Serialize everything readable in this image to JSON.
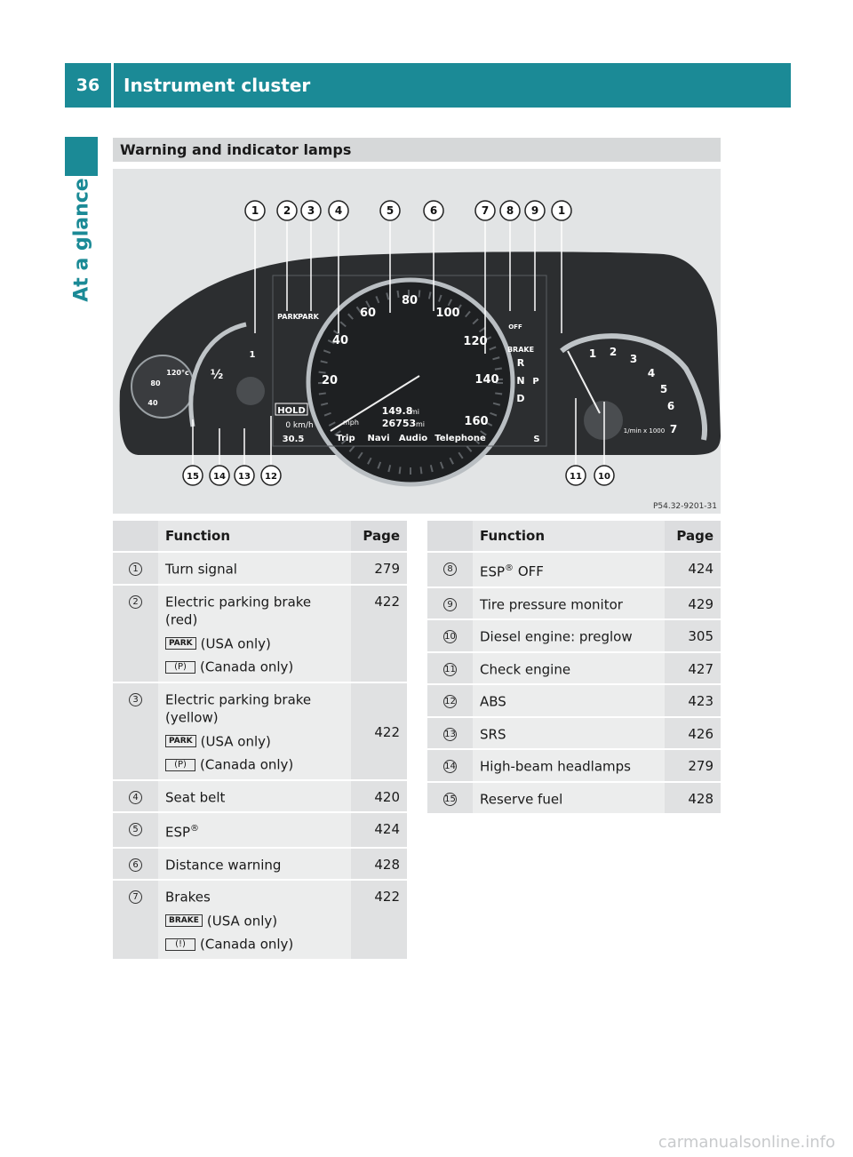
{
  "header": {
    "page_number": "36",
    "title": "Instrument cluster"
  },
  "side_tab": "At a glance",
  "section": {
    "title": "Warning and indicator lamps"
  },
  "figure": {
    "code": "P54.32-9201-31",
    "callouts_top": [
      "1",
      "2",
      "3",
      "4",
      "5",
      "6",
      "7",
      "8",
      "9",
      "1"
    ],
    "callouts_bottom": [
      "15",
      "14",
      "13",
      "12",
      "11",
      "10"
    ],
    "labels": {
      "park1": "PARK",
      "park2": "PARK",
      "brake": "BRAKE",
      "off": "OFF",
      "hold": "HOLD",
      "kmh": "0 km/h",
      "mph": "mph",
      "temp": "30.5",
      "trip_mi": "149.8",
      "odo_mi": "26753",
      "mi": "mi",
      "menu": [
        "Trip",
        "Navi",
        "Audio",
        "Telephone"
      ],
      "speeds": [
        "20",
        "40",
        "60",
        "80",
        "100",
        "120",
        "140",
        "160"
      ],
      "rpm": [
        "1",
        "2",
        "3",
        "4",
        "5",
        "6",
        "7"
      ],
      "rpm_unit": "1/min x 1000",
      "gears": [
        "R",
        "N",
        "D"
      ],
      "gear_p": "P",
      "s": "S",
      "coolant": [
        "40",
        "80",
        "120°c"
      ],
      "fuel_half": "½",
      "fuel_one": "1"
    }
  },
  "table_left": {
    "headers": {
      "function": "Function",
      "page": "Page"
    },
    "rows": [
      {
        "num": "1",
        "function": "Turn signal",
        "page": "279"
      },
      {
        "num": "2",
        "function": "Electric parking brake (red)",
        "page": "422",
        "sub": [
          {
            "icon": "PARK",
            "text": "(USA only)"
          },
          {
            "icon": "(P)",
            "text": "(Canada only)"
          }
        ]
      },
      {
        "num": "3",
        "function": "Electric parking brake (yellow)",
        "page": "422",
        "sub": [
          {
            "icon": "PARK",
            "text": "(USA only)"
          },
          {
            "icon": "(P)",
            "text": "(Canada only)"
          }
        ]
      },
      {
        "num": "4",
        "function": "Seat belt",
        "page": "420"
      },
      {
        "num": "5",
        "function": "ESP",
        "function_sup": "®",
        "page": "424"
      },
      {
        "num": "6",
        "function": "Distance warning",
        "page": "428"
      },
      {
        "num": "7",
        "function": "Brakes",
        "page": "422",
        "sub": [
          {
            "icon": "BRAKE",
            "text": "(USA only)"
          },
          {
            "icon": "(!)",
            "text": "(Canada only)"
          }
        ]
      }
    ]
  },
  "table_right": {
    "headers": {
      "function": "Function",
      "page": "Page"
    },
    "rows": [
      {
        "num": "8",
        "function": "ESP",
        "function_sup": "®",
        "function_tail": " OFF",
        "page": "424"
      },
      {
        "num": "9",
        "function": "Tire pressure monitor",
        "page": "429"
      },
      {
        "num": "10",
        "function": "Diesel engine: preglow",
        "page": "305"
      },
      {
        "num": "11",
        "function": "Check engine",
        "page": "427"
      },
      {
        "num": "12",
        "function": "ABS",
        "page": "423"
      },
      {
        "num": "13",
        "function": "SRS",
        "page": "426"
      },
      {
        "num": "14",
        "function": "High-beam headlamps",
        "page": "279"
      },
      {
        "num": "15",
        "function": "Reserve fuel",
        "page": "428"
      }
    ]
  },
  "footer": "carmanualsonline.info",
  "colors": {
    "accent": "#1b8a96",
    "table_bg": "#eceded",
    "section_bg": "#d6d8d9"
  }
}
